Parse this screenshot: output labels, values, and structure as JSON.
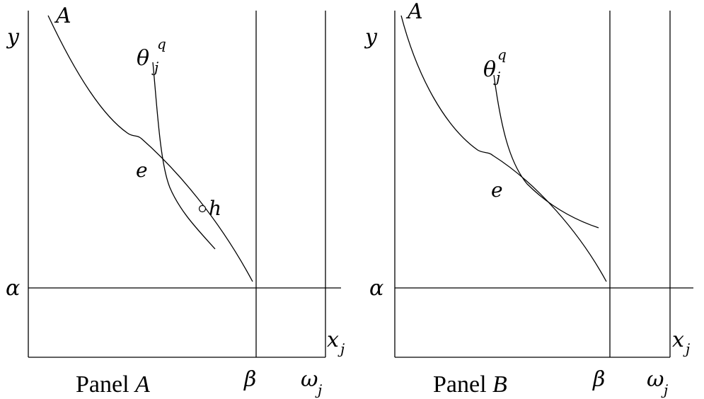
{
  "panels": [
    {
      "id": "A",
      "title_prefix": "Panel ",
      "title_var": "A",
      "labels": {
        "y_axis": "y",
        "x_axis": "x",
        "x_axis_sub": "j",
        "alpha": "α",
        "beta": "β",
        "omega": "ω",
        "omega_sub": "j",
        "curve_A": "A",
        "theta": "θ",
        "theta_sup": "q",
        "theta_sub": "j",
        "point_e": "e",
        "point_h": "h"
      }
    },
    {
      "id": "B",
      "title_prefix": "Panel ",
      "title_var": "B",
      "labels": {
        "y_axis": "y",
        "x_axis": "x",
        "x_axis_sub": "j",
        "alpha": "α",
        "beta": "β",
        "omega": "ω",
        "omega_sub": "j",
        "curve_A": "A",
        "theta": "θ",
        "theta_sup": "q",
        "theta_sub": "j",
        "point_e": "e"
      }
    }
  ]
}
